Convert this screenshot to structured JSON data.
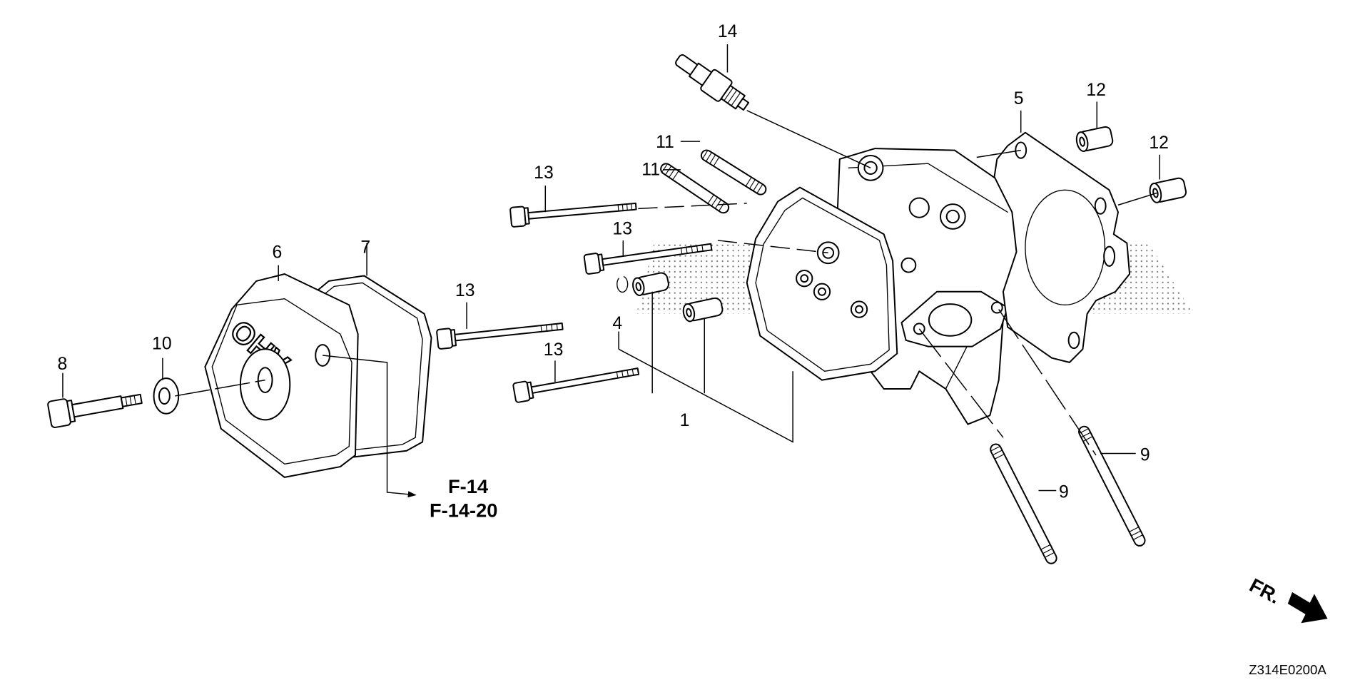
{
  "diagram": {
    "type": "exploded-parts-view",
    "subject": "Cylinder head assembly",
    "cover_marking": "OHV",
    "callouts": [
      {
        "ref": "1",
        "part": "cylinder-head-assembly"
      },
      {
        "ref": "4",
        "part": "clip"
      },
      {
        "ref": "5",
        "part": "cylinder-head-gasket"
      },
      {
        "ref": "6",
        "part": "head-cover"
      },
      {
        "ref": "7",
        "part": "head-cover-gasket"
      },
      {
        "ref": "8",
        "part": "flange-bolt"
      },
      {
        "ref": "9",
        "part": "stud-bolt"
      },
      {
        "ref": "9",
        "part": "stud-bolt"
      },
      {
        "ref": "10",
        "part": "washer"
      },
      {
        "ref": "11",
        "part": "stud-bolt"
      },
      {
        "ref": "11",
        "part": "stud-bolt"
      },
      {
        "ref": "12",
        "part": "dowel-pin"
      },
      {
        "ref": "12",
        "part": "dowel-pin"
      },
      {
        "ref": "13",
        "part": "flange-bolt"
      },
      {
        "ref": "13",
        "part": "flange-bolt"
      },
      {
        "ref": "13",
        "part": "flange-bolt"
      },
      {
        "ref": "13",
        "part": "flange-bolt"
      },
      {
        "ref": "14",
        "part": "spark-plug"
      }
    ],
    "cross_references": [
      "F-14",
      "F-14-20"
    ],
    "direction_indicator": "FR.",
    "illustration_code": "Z314E0200A"
  }
}
